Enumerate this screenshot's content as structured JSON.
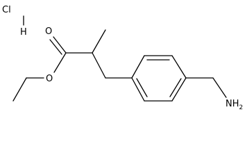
{
  "structure": {
    "salt_component": "HCl",
    "atom_labels": {
      "cl": "Cl",
      "h": "H",
      "o_carbonyl": "O",
      "o_ester": "O",
      "nh2": "NH",
      "nh2_subscript": "2"
    },
    "line_color": "#000000",
    "background": "#ffffff"
  }
}
